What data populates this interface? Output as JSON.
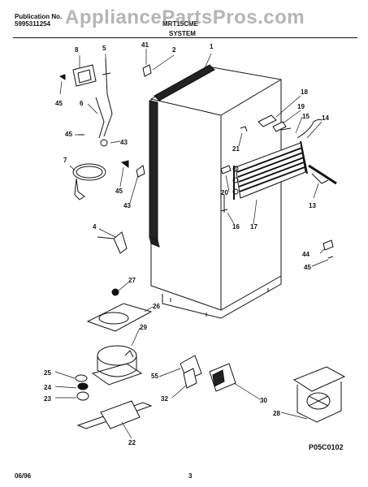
{
  "header": {
    "publication_label": "Publication No.",
    "publication_number": "5995311254",
    "model": "MRT15CME",
    "section": "SYSTEM"
  },
  "watermark": "AppliancePartsPros.com",
  "footer": {
    "date": "06/96",
    "page": "3",
    "figure_code": "P05C0102"
  },
  "callouts": [
    "1",
    "2",
    "4",
    "5",
    "6",
    "7",
    "8",
    "13",
    "14",
    "15",
    "16",
    "17",
    "18",
    "19",
    "20",
    "21",
    "22",
    "23",
    "24",
    "25",
    "26",
    "27",
    "28",
    "29",
    "30",
    "32",
    "41",
    "43",
    "43",
    "44",
    "45",
    "45",
    "45",
    "45",
    "55"
  ]
}
